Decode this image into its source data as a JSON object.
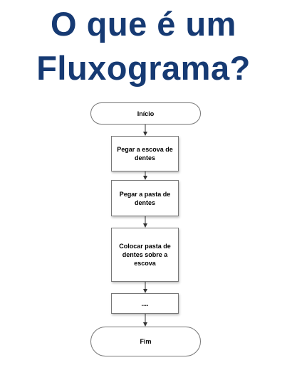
{
  "title": {
    "line1": "O que é um",
    "line2": "Fluxograma?"
  },
  "flowchart": {
    "nodes": [
      {
        "id": "start",
        "type": "terminal",
        "label": "Início"
      },
      {
        "id": "step1",
        "type": "process",
        "label": "Pegar a escova de dentes"
      },
      {
        "id": "step2",
        "type": "process",
        "label": "Pegar a pasta de dentes"
      },
      {
        "id": "step3",
        "type": "process",
        "label": "Colocar pasta de dentes sobre a escova"
      },
      {
        "id": "step4",
        "type": "process",
        "label": "...."
      },
      {
        "id": "end",
        "type": "terminal",
        "label": "Fim"
      }
    ],
    "edges": [
      {
        "from": "start",
        "to": "step1"
      },
      {
        "from": "step1",
        "to": "step2"
      },
      {
        "from": "step2",
        "to": "step3"
      },
      {
        "from": "step3",
        "to": "step4"
      },
      {
        "from": "step4",
        "to": "end"
      }
    ]
  },
  "colors": {
    "title": "#163a73",
    "shape_border": "#777777",
    "arrow": "#333333"
  }
}
